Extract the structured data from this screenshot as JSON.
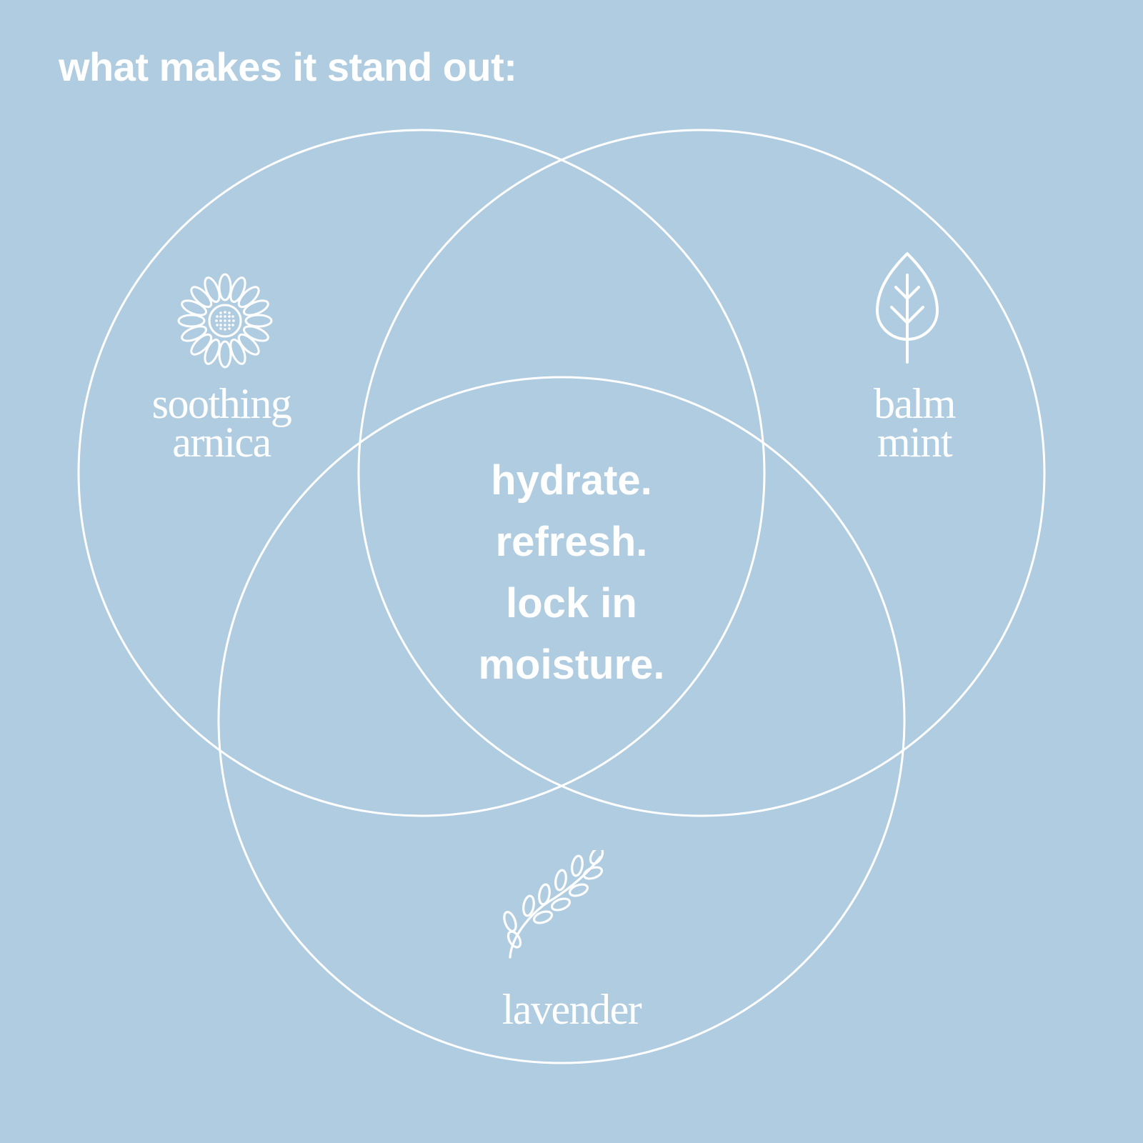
{
  "title": "what makes it stand out:",
  "colors": {
    "background": "#b0cce0",
    "foreground": "#ffffff"
  },
  "sets": [
    {
      "line1": "soothing",
      "line2": "arnica",
      "icon": "sunflower-icon"
    },
    {
      "line1": "balm",
      "line2": "mint",
      "icon": "leaf-icon"
    },
    {
      "line1": "lavender",
      "icon": "lavender-sprig-icon"
    }
  ],
  "center": {
    "lines": [
      "hydrate.",
      "refresh.",
      "lock in",
      "moisture."
    ]
  }
}
